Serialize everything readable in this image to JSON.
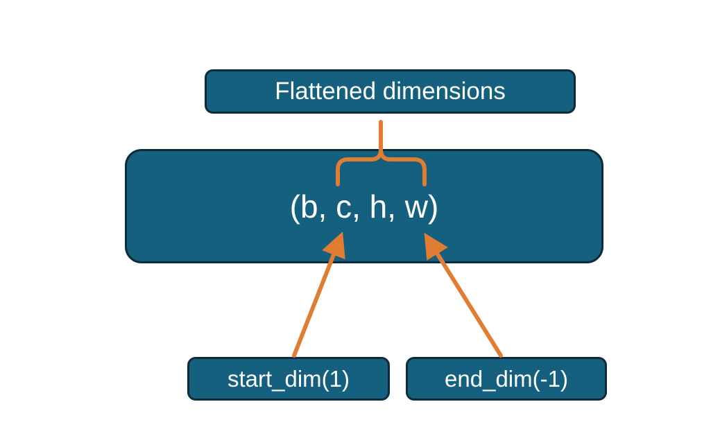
{
  "diagram": {
    "title_box": {
      "label": "Flattened dimensions"
    },
    "tensor_box": {
      "label": "(b, c, h, w)"
    },
    "start_dim_box": {
      "label": "start_dim(1)"
    },
    "end_dim_box": {
      "label": "end_dim(-1)"
    },
    "colors": {
      "box_fill": "#15607e",
      "box_border": "#0d2b3a",
      "arrow": "#e07d33",
      "text": "#ffffff",
      "background": "#ffffff"
    }
  }
}
